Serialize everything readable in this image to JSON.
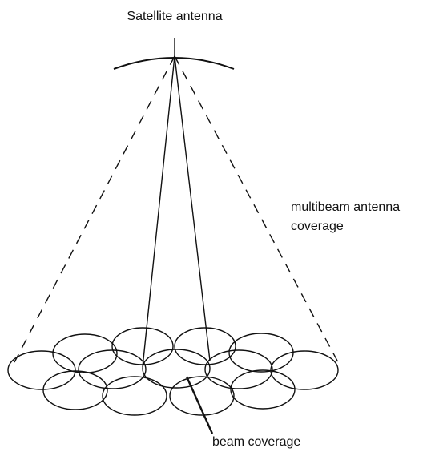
{
  "labels": {
    "satellite_antenna": "Satellite antenna",
    "multibeam_line1": "multibeam antenna",
    "multibeam_line2": "coverage",
    "beam_coverage": "beam coverage"
  },
  "colors": {
    "ink": "#111111",
    "background": "#ffffff"
  }
}
